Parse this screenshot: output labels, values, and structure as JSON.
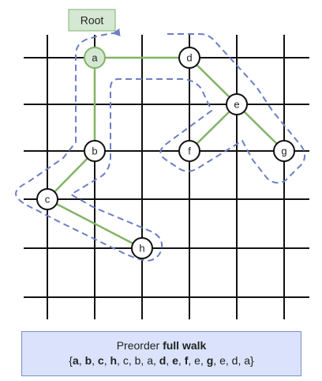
{
  "root_label": "Root",
  "nodes": [
    {
      "id": "a",
      "label": "a",
      "root": true
    },
    {
      "id": "b",
      "label": "b"
    },
    {
      "id": "c",
      "label": "c"
    },
    {
      "id": "d",
      "label": "d"
    },
    {
      "id": "e",
      "label": "e"
    },
    {
      "id": "f",
      "label": "f"
    },
    {
      "id": "g",
      "label": "g"
    },
    {
      "id": "h",
      "label": "h"
    }
  ],
  "edges": [
    [
      "a",
      "b"
    ],
    [
      "b",
      "c"
    ],
    [
      "c",
      "h"
    ],
    [
      "a",
      "d"
    ],
    [
      "d",
      "e"
    ],
    [
      "e",
      "f"
    ],
    [
      "e",
      "g"
    ]
  ],
  "colors": {
    "grid": "#111111",
    "edge": "#82b366",
    "root_fill": "#d5e8d4",
    "root_stroke": "#82b366",
    "node_fill": "#ffffff",
    "node_stroke": "#111111",
    "walk_path": "#6c7fc4",
    "caption_bg": "#dae3fb"
  },
  "caption": {
    "title_plain": "Preorder ",
    "title_bold": "full walk",
    "walk": [
      {
        "t": "a",
        "bold": true
      },
      {
        "t": "b",
        "bold": true
      },
      {
        "t": "c",
        "bold": true
      },
      {
        "t": "h",
        "bold": true
      },
      {
        "t": "c",
        "bold": false
      },
      {
        "t": "b",
        "bold": false
      },
      {
        "t": "a",
        "bold": false
      },
      {
        "t": "d",
        "bold": true
      },
      {
        "t": "e",
        "bold": true
      },
      {
        "t": "f",
        "bold": true
      },
      {
        "t": "e",
        "bold": false
      },
      {
        "t": "g",
        "bold": true
      },
      {
        "t": "e",
        "bold": false
      },
      {
        "t": "d",
        "bold": false
      },
      {
        "t": "a",
        "bold": false
      }
    ]
  }
}
